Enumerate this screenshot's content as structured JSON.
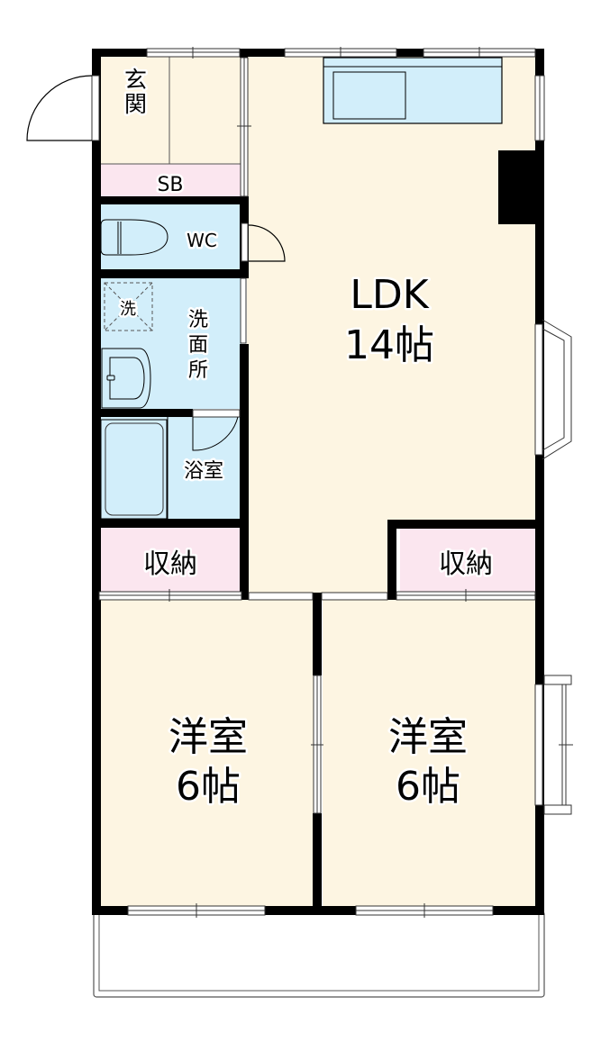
{
  "colors": {
    "floor": "#fdf5e2",
    "wet": "#d2eefa",
    "storage": "#fbe6ef",
    "wall": "#000000",
    "background": "#ffffff"
  },
  "rooms": {
    "genkan": {
      "label": "玄関"
    },
    "shoe_box": {
      "label": "SB"
    },
    "toilet": {
      "label": "WC"
    },
    "washroom": {
      "label_lines": [
        "洗",
        "面",
        "所"
      ],
      "washer_label": "洗"
    },
    "bathroom": {
      "label": "浴室"
    },
    "ldk": {
      "name": "LDK",
      "size": "14帖"
    },
    "storage_left": {
      "label": "収納"
    },
    "storage_right": {
      "label": "収納"
    },
    "western_left": {
      "name": "洋室",
      "size": "6帖"
    },
    "western_right": {
      "name": "洋室",
      "size": "6帖"
    }
  }
}
